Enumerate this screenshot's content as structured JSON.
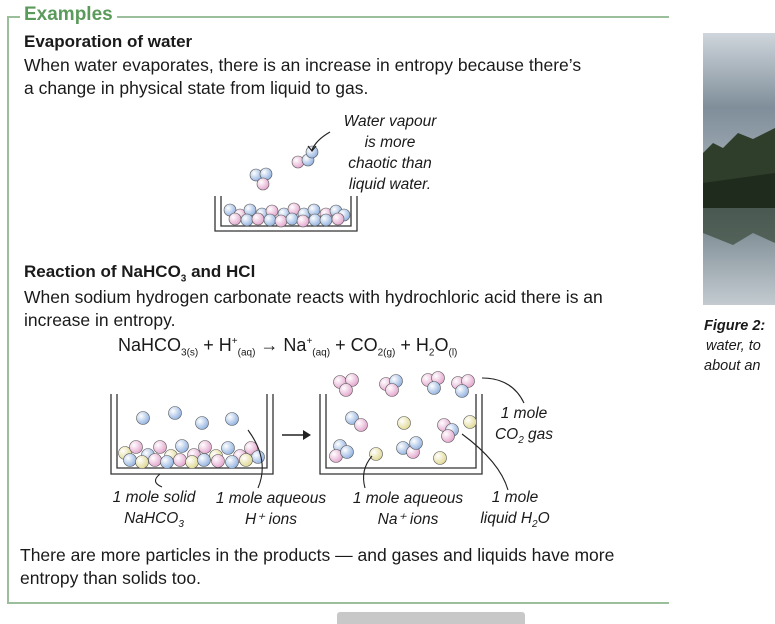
{
  "examples_label": "Examples",
  "evaporation": {
    "heading": "Evaporation of water",
    "text_line1": "When water evaporates, there is an increase in entropy because there’s",
    "text_line2": "a change in physical state from liquid to gas.",
    "caption": [
      "Water vapour",
      "is more",
      "chaotic than",
      "liquid water."
    ]
  },
  "reaction": {
    "heading_prefix": "Reaction of NaHCO",
    "heading_sub": "3",
    "heading_suffix": " and HCl",
    "text_line1": "When sodium hydrogen carbonate reacts with hydrochloric acid there is an",
    "text_line2": "increase in entropy.",
    "labels": {
      "solid_line1": "1 mole solid",
      "solid_line2": "NaHCO",
      "solid_sub": "3",
      "h_ions_line1": "1 mole aqueous",
      "h_ions_line2": "H⁺ ions",
      "na_ions_line1": "1 mole aqueous",
      "na_ions_line2": "Na⁺ ions",
      "liquid_line1": "1 mole",
      "liquid_line2a": "liquid H",
      "liquid_sub": "2",
      "liquid_line2b": "O",
      "co2_line1": "1 mole",
      "co2_line2a": "CO",
      "co2_sub": "2",
      "co2_line2b": " gas"
    }
  },
  "equation": {
    "t1": "NaHCO",
    "s1": "3(s)",
    "plus1": " + ",
    "t2": "H",
    "p2": "+",
    "s2": "(aq)",
    "arrow": " → ",
    "t3": "Na",
    "p3": "+",
    "s3": "(aq)",
    "plus2": " + ",
    "t4": "CO",
    "s4": "2(g)",
    "plus3": " + ",
    "t5": "H",
    "s5a": "2",
    "t5b": "O",
    "s5": "(l)"
  },
  "conclusion": {
    "line1": "There are more particles in the products — and gases and liquids have more",
    "line2": "entropy than solids too."
  },
  "figure": {
    "label": "Figure 2:",
    "line2": "water, to",
    "line3": "about an"
  },
  "colors": {
    "accent": "#5a9a5a",
    "blue_particle": "#9fbde6",
    "pink_particle": "#e9b0d2",
    "yellow_particle": "#e6e0a2"
  }
}
